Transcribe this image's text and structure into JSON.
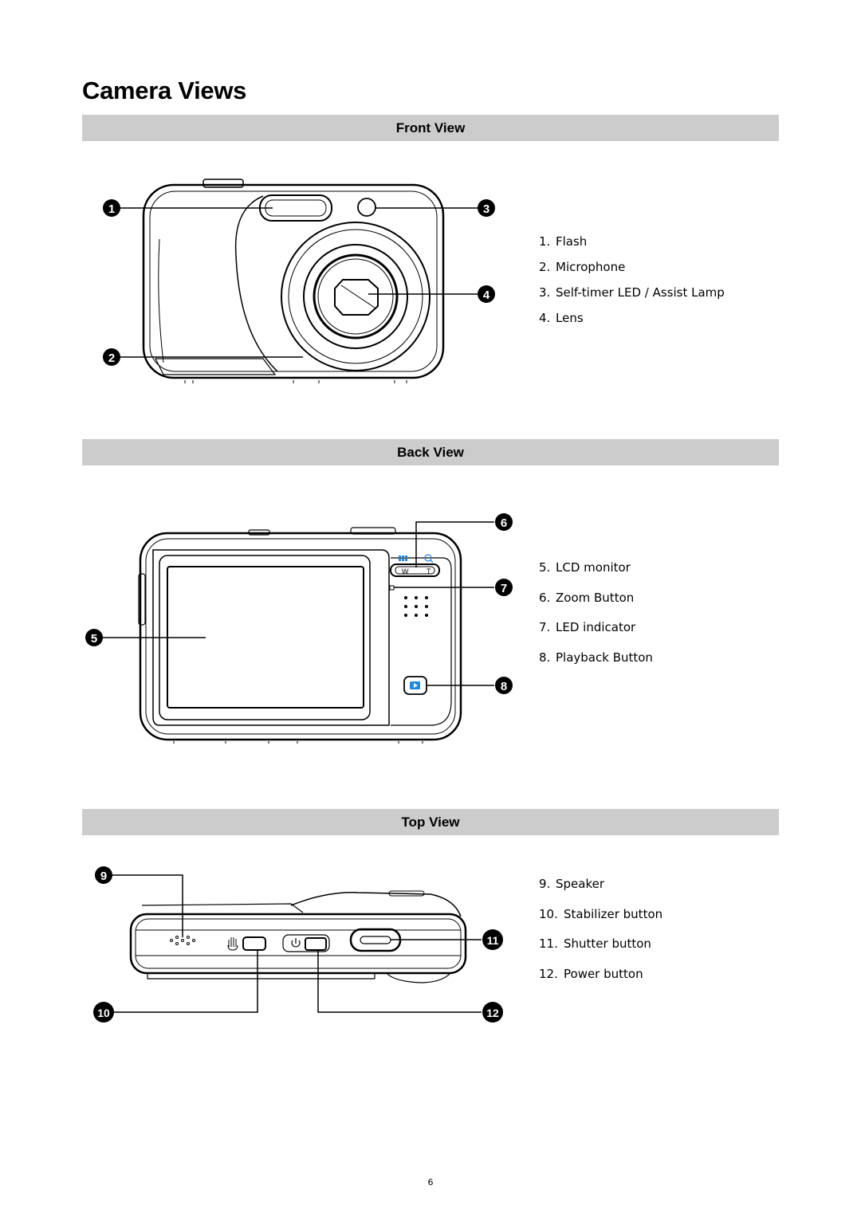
{
  "page": {
    "title": "Camera Views",
    "page_number": "6"
  },
  "front": {
    "heading": "Front View",
    "callouts": [
      "1",
      "2",
      "3",
      "4"
    ],
    "items": [
      {
        "num": "1.",
        "label": "Flash"
      },
      {
        "num": "2.",
        "label": "Microphone"
      },
      {
        "num": "3.",
        "label": "Self-timer LED / Assist Lamp"
      },
      {
        "num": "4.",
        "label": "Lens"
      }
    ]
  },
  "back": {
    "heading": "Back View",
    "callouts": [
      "5",
      "6",
      "7",
      "8"
    ],
    "zoom_labels": {
      "wide": "W",
      "tele": "T"
    },
    "items": [
      {
        "num": "5.",
        "label": "LCD monitor"
      },
      {
        "num": "6.",
        "label": "Zoom Button"
      },
      {
        "num": "7.",
        "label": "LED indicator"
      },
      {
        "num": "8.",
        "label": "Playback Button"
      }
    ]
  },
  "top": {
    "heading": "Top View",
    "callouts": [
      "9",
      "10",
      "11",
      "12"
    ],
    "items": [
      {
        "num": "9.",
        "label": "Speaker"
      },
      {
        "num": "10.",
        "label": "Stabilizer button"
      },
      {
        "num": "11.",
        "label": "Shutter button"
      },
      {
        "num": "12.",
        "label": "Power button"
      }
    ]
  },
  "colors": {
    "section_bar": "#cccccc",
    "playback_icon": "#1e88e5",
    "callout_fill": "#000000"
  },
  "icons": [
    "stabilizer-hand-icon",
    "power-icon",
    "playback-icon",
    "thumbnail-grid-icon",
    "zoom-magnifier-icon"
  ]
}
